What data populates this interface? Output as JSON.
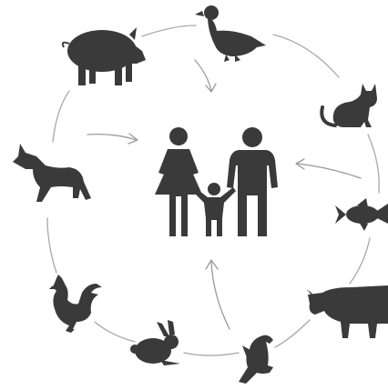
{
  "diagram": {
    "center": {
      "icon": "family-icon",
      "members": [
        "man",
        "woman",
        "child"
      ]
    },
    "animals": [
      {
        "name": "pig",
        "icon": "pig-icon"
      },
      {
        "name": "duck",
        "icon": "duck-icon"
      },
      {
        "name": "cat",
        "icon": "cat-icon"
      },
      {
        "name": "fish",
        "icon": "fish-icon"
      },
      {
        "name": "cow",
        "icon": "cow-icon"
      },
      {
        "name": "eagle",
        "icon": "eagle-icon"
      },
      {
        "name": "rabbit",
        "icon": "rabbit-icon"
      },
      {
        "name": "rooster",
        "icon": "rooster-icon"
      },
      {
        "name": "dog",
        "icon": "dog-icon"
      }
    ],
    "arrows_point_to": "family",
    "colors": {
      "silhouette": "#3a3a3a",
      "connector": "#a8a8a8",
      "background": "#ffffff"
    }
  }
}
